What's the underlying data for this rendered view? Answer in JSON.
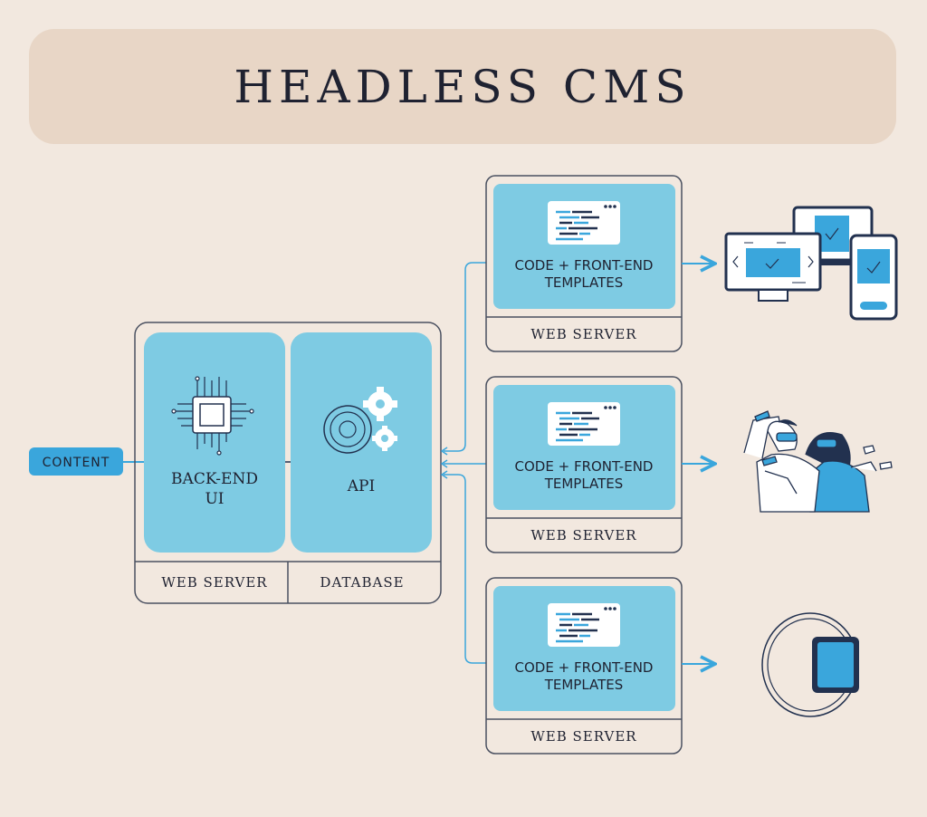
{
  "title": "HEADLESS CMS",
  "colors": {
    "background": "#f2e8df",
    "title_bar": "#e8d6c6",
    "panel": "#7ecbe3",
    "accent": "#3aa6dc",
    "navy": "#22314f",
    "line": "#4a5060"
  },
  "content_badge": "CONTENT",
  "backend": {
    "left_label_line1": "BACK-END",
    "left_label_line2": "UI",
    "right_label": "API",
    "footer_left": "WEB SERVER",
    "footer_right": "DATABASE"
  },
  "frontends": [
    {
      "line1": "CODE + FRONT-END",
      "line2": "TEMPLATES",
      "footer": "WEB SERVER",
      "device": "monitor-laptop-phone"
    },
    {
      "line1": "CODE + FRONT-END",
      "line2": "TEMPLATES",
      "footer": "WEB SERVER",
      "device": "vr-users"
    },
    {
      "line1": "CODE + FRONT-END",
      "line2": "TEMPLATES",
      "footer": "WEB SERVER",
      "device": "smartwatch"
    }
  ]
}
